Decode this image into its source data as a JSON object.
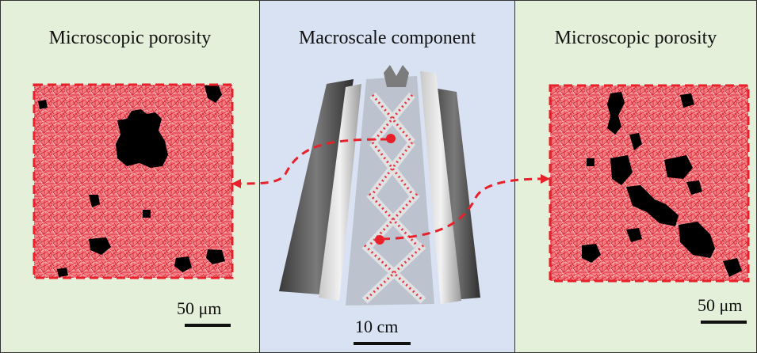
{
  "panels": {
    "left": {
      "title": "Microscopic porosity",
      "scale_label": "50 μm"
    },
    "center": {
      "title": "Macroscale component",
      "scale_label": "10 cm"
    },
    "right": {
      "title": "Microscopic porosity",
      "scale_label": "50 μm"
    }
  },
  "colors": {
    "left_bg": "#e5f0db",
    "center_bg": "#d9e2f3",
    "mesh_red": "#e8202a",
    "pore_black": "#000000"
  }
}
